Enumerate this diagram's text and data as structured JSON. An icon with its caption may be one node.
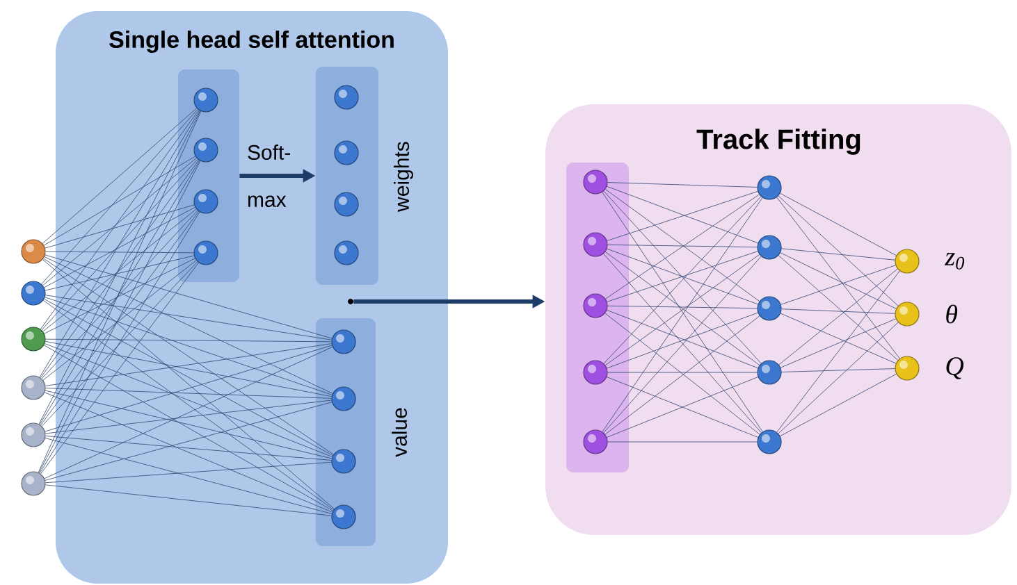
{
  "diagram": {
    "nodes": [
      {
        "text": [
          "Single head self attention"
        ]
      },
      {
        "text": [],
        "shape": "box",
        "in": 0
      },
      {
        "text": [],
        "shape": "circle",
        "in": 1
      },
      {
        "text": [],
        "shape": "circle",
        "in": 1
      },
      {
        "text": [],
        "shape": "circle",
        "in": 1
      },
      {
        "text": [],
        "shape": "circle",
        "in": 1
      },
      {
        "text": [
          "weights"
        ],
        "in": 0
      },
      {
        "text": [],
        "shape": "circle",
        "in": 6
      },
      {
        "text": [],
        "shape": "circle",
        "in": 6
      },
      {
        "text": [],
        "shape": "circle",
        "in": 6
      },
      {
        "text": [],
        "shape": "circle",
        "in": 6
      },
      {
        "text": [
          "value"
        ],
        "in": 0
      },
      {
        "text": [],
        "shape": "circle",
        "in": 11
      },
      {
        "text": [],
        "shape": "circle",
        "in": 11
      },
      {
        "text": [],
        "shape": "circle",
        "in": 11
      },
      {
        "text": [],
        "shape": "circle",
        "in": 11
      },
      {
        "text": [],
        "shape": "circle"
      },
      {
        "text": [],
        "shape": "circle"
      },
      {
        "text": [],
        "shape": "circle"
      },
      {
        "text": [],
        "shape": "circle"
      },
      {
        "text": [],
        "shape": "circle"
      },
      {
        "text": [],
        "shape": "circle"
      },
      {
        "text": [],
        "shape": "circle",
        "in": 0
      },
      {
        "text": [
          "Track Fitting"
        ]
      },
      {
        "text": [],
        "shape": "box",
        "in": 23
      },
      {
        "text": [],
        "shape": "circle",
        "in": 24
      },
      {
        "text": [],
        "shape": "circle",
        "in": 24
      },
      {
        "text": [],
        "shape": "circle",
        "in": 24
      },
      {
        "text": [],
        "shape": "circle",
        "in": 24
      },
      {
        "text": [],
        "shape": "circle",
        "in": 24
      },
      {
        "text": [],
        "shape": "circle",
        "in": 23
      },
      {
        "text": [],
        "shape": "circle",
        "in": 23
      },
      {
        "text": [],
        "shape": "circle",
        "in": 23
      },
      {
        "text": [],
        "shape": "circle",
        "in": 23
      },
      {
        "text": [],
        "shape": "circle",
        "in": 23
      },
      {
        "text": [],
        "shape": "circle",
        "in": 23,
        "beside": [
          "z$_{0}$"
        ]
      },
      {
        "text": [],
        "shape": "circle",
        "in": 23,
        "beside": [
          "θ"
        ]
      },
      {
        "text": [],
        "shape": "circle",
        "in": 23,
        "beside": [
          "Q"
        ]
      }
    ],
    "edges": [
      {
        "from": 16,
        "to": 2,
        "arrow": "none"
      },
      {
        "from": 16,
        "to": 3,
        "arrow": "none"
      },
      {
        "from": 16,
        "to": 4,
        "arrow": "none"
      },
      {
        "from": 16,
        "to": 5,
        "arrow": "none"
      },
      {
        "from": 16,
        "to": 12,
        "arrow": "none"
      },
      {
        "from": 16,
        "to": 13,
        "arrow": "none"
      },
      {
        "from": 16,
        "to": 14,
        "arrow": "none"
      },
      {
        "from": 16,
        "to": 15,
        "arrow": "none"
      },
      {
        "from": 17,
        "to": 2,
        "arrow": "none"
      },
      {
        "from": 17,
        "to": 3,
        "arrow": "none"
      },
      {
        "from": 17,
        "to": 4,
        "arrow": "none"
      },
      {
        "from": 17,
        "to": 5,
        "arrow": "none"
      },
      {
        "from": 17,
        "to": 12,
        "arrow": "none"
      },
      {
        "from": 17,
        "to": 13,
        "arrow": "none"
      },
      {
        "from": 17,
        "to": 14,
        "arrow": "none"
      },
      {
        "from": 17,
        "to": 15,
        "arrow": "none"
      },
      {
        "from": 18,
        "to": 2,
        "arrow": "none"
      },
      {
        "from": 18,
        "to": 3,
        "arrow": "none"
      },
      {
        "from": 18,
        "to": 4,
        "arrow": "none"
      },
      {
        "from": 18,
        "to": 5,
        "arrow": "none"
      },
      {
        "from": 18,
        "to": 12,
        "arrow": "none"
      },
      {
        "from": 18,
        "to": 13,
        "arrow": "none"
      },
      {
        "from": 18,
        "to": 14,
        "arrow": "none"
      },
      {
        "from": 18,
        "to": 15,
        "arrow": "none"
      },
      {
        "from": 19,
        "to": 2,
        "arrow": "none"
      },
      {
        "from": 19,
        "to": 3,
        "arrow": "none"
      },
      {
        "from": 19,
        "to": 4,
        "arrow": "none"
      },
      {
        "from": 19,
        "to": 5,
        "arrow": "none"
      },
      {
        "from": 19,
        "to": 12,
        "arrow": "none"
      },
      {
        "from": 19,
        "to": 13,
        "arrow": "none"
      },
      {
        "from": 19,
        "to": 14,
        "arrow": "none"
      },
      {
        "from": 19,
        "to": 15,
        "arrow": "none"
      },
      {
        "from": 20,
        "to": 2,
        "arrow": "none"
      },
      {
        "from": 20,
        "to": 3,
        "arrow": "none"
      },
      {
        "from": 20,
        "to": 4,
        "arrow": "none"
      },
      {
        "from": 20,
        "to": 5,
        "arrow": "none"
      },
      {
        "from": 20,
        "to": 12,
        "arrow": "none"
      },
      {
        "from": 20,
        "to": 13,
        "arrow": "none"
      },
      {
        "from": 20,
        "to": 14,
        "arrow": "none"
      },
      {
        "from": 20,
        "to": 15,
        "arrow": "none"
      },
      {
        "from": 21,
        "to": 2,
        "arrow": "none"
      },
      {
        "from": 21,
        "to": 3,
        "arrow": "none"
      },
      {
        "from": 21,
        "to": 4,
        "arrow": "none"
      },
      {
        "from": 21,
        "to": 5,
        "arrow": "none"
      },
      {
        "from": 21,
        "to": 12,
        "arrow": "none"
      },
      {
        "from": 21,
        "to": 13,
        "arrow": "none"
      },
      {
        "from": 21,
        "to": 14,
        "arrow": "none"
      },
      {
        "from": 21,
        "to": 15,
        "arrow": "none"
      },
      {
        "from": 1,
        "to": 6,
        "arrow": "to",
        "label": "Soft-max",
        "style": "thick"
      },
      {
        "from": 22,
        "to": 23,
        "arrow": "to",
        "style": "thick"
      },
      {
        "from": 25,
        "to": 30,
        "arrow": "none"
      },
      {
        "from": 25,
        "to": 31,
        "arrow": "none"
      },
      {
        "from": 25,
        "to": 32,
        "arrow": "none"
      },
      {
        "from": 25,
        "to": 33,
        "arrow": "none"
      },
      {
        "from": 25,
        "to": 34,
        "arrow": "none"
      },
      {
        "from": 26,
        "to": 30,
        "arrow": "none"
      },
      {
        "from": 26,
        "to": 31,
        "arrow": "none"
      },
      {
        "from": 26,
        "to": 32,
        "arrow": "none"
      },
      {
        "from": 26,
        "to": 33,
        "arrow": "none"
      },
      {
        "from": 26,
        "to": 34,
        "arrow": "none"
      },
      {
        "from": 27,
        "to": 30,
        "arrow": "none"
      },
      {
        "from": 27,
        "to": 31,
        "arrow": "none"
      },
      {
        "from": 27,
        "to": 32,
        "arrow": "none"
      },
      {
        "from": 27,
        "to": 33,
        "arrow": "none"
      },
      {
        "from": 27,
        "to": 34,
        "arrow": "none"
      },
      {
        "from": 28,
        "to": 30,
        "arrow": "none"
      },
      {
        "from": 28,
        "to": 31,
        "arrow": "none"
      },
      {
        "from": 28,
        "to": 32,
        "arrow": "none"
      },
      {
        "from": 28,
        "to": 33,
        "arrow": "none"
      },
      {
        "from": 28,
        "to": 34,
        "arrow": "none"
      },
      {
        "from": 29,
        "to": 30,
        "arrow": "none"
      },
      {
        "from": 29,
        "to": 31,
        "arrow": "none"
      },
      {
        "from": 29,
        "to": 32,
        "arrow": "none"
      },
      {
        "from": 29,
        "to": 33,
        "arrow": "none"
      },
      {
        "from": 29,
        "to": 34,
        "arrow": "none"
      },
      {
        "from": 30,
        "to": 35,
        "arrow": "none"
      },
      {
        "from": 30,
        "to": 36,
        "arrow": "none"
      },
      {
        "from": 30,
        "to": 37,
        "arrow": "none"
      },
      {
        "from": 31,
        "to": 35,
        "arrow": "none"
      },
      {
        "from": 31,
        "to": 36,
        "arrow": "none"
      },
      {
        "from": 31,
        "to": 37,
        "arrow": "none"
      },
      {
        "from": 32,
        "to": 35,
        "arrow": "none"
      },
      {
        "from": 32,
        "to": 36,
        "arrow": "none"
      },
      {
        "from": 32,
        "to": 37,
        "arrow": "none"
      },
      {
        "from": 33,
        "to": 35,
        "arrow": "none"
      },
      {
        "from": 33,
        "to": 36,
        "arrow": "none"
      },
      {
        "from": 33,
        "to": 37,
        "arrow": "none"
      },
      {
        "from": 34,
        "to": 35,
        "arrow": "none"
      },
      {
        "from": 34,
        "to": 36,
        "arrow": "none"
      },
      {
        "from": 34,
        "to": 37,
        "arrow": "none"
      }
    ]
  }
}
